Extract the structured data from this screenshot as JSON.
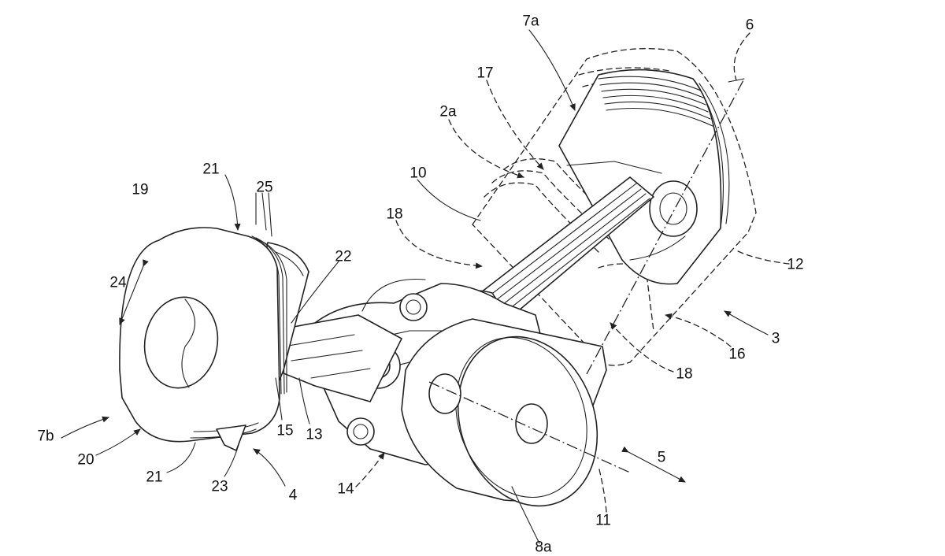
{
  "labels": {
    "l_7a": "7a",
    "l_6": "6",
    "l_17": "17",
    "l_2a": "2a",
    "l_21_top": "21",
    "l_25": "25",
    "l_19": "19",
    "l_10": "10",
    "l_18_left": "18",
    "l_22": "22",
    "l_24": "24",
    "l_12": "12",
    "l_3": "3",
    "l_16": "16",
    "l_18_right": "18",
    "l_7b": "7b",
    "l_15": "15",
    "l_13": "13",
    "l_20": "20",
    "l_21_bottom": "21",
    "l_23": "23",
    "l_4": "4",
    "l_14": "14",
    "l_5": "5",
    "l_11": "11",
    "l_8a": "8a"
  }
}
